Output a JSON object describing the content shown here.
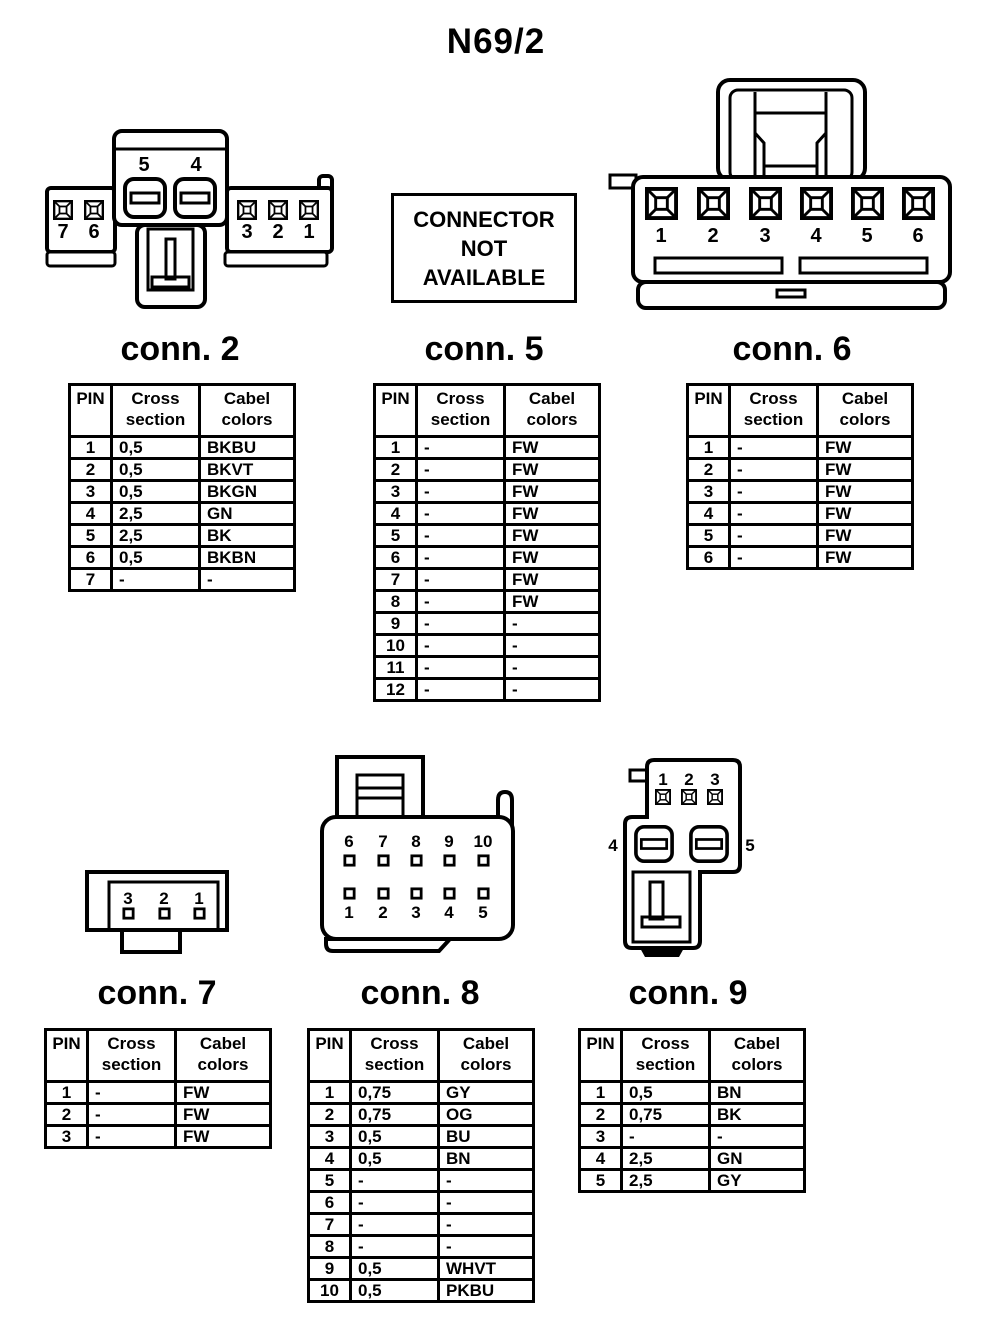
{
  "title": "N69/2",
  "not_available": {
    "line1": "CONNECTOR",
    "line2": "NOT",
    "line3": "AVAILABLE"
  },
  "table_header": {
    "pin": "PIN",
    "cross1": "Cross",
    "cross2": "section",
    "colors1": "Cabel",
    "colors2": "colors"
  },
  "connectors": {
    "conn2": {
      "label": "conn. 2",
      "drawing_pins": {
        "slot5": "5",
        "slot4": "4",
        "p7": "7",
        "p6": "6",
        "p3": "3",
        "p2": "2",
        "p1": "1"
      },
      "rows": [
        [
          "1",
          "0,5",
          "BKBU"
        ],
        [
          "2",
          "0,5",
          "BKVT"
        ],
        [
          "3",
          "0,5",
          "BKGN"
        ],
        [
          "4",
          "2,5",
          "GN"
        ],
        [
          "5",
          "2,5",
          "BK"
        ],
        [
          "6",
          "0,5",
          "BKBN"
        ],
        [
          "7",
          "-",
          "-"
        ]
      ]
    },
    "conn5": {
      "label": "conn. 5",
      "rows": [
        [
          "1",
          "-",
          "FW"
        ],
        [
          "2",
          "-",
          "FW"
        ],
        [
          "3",
          "-",
          "FW"
        ],
        [
          "4",
          "-",
          "FW"
        ],
        [
          "5",
          "-",
          "FW"
        ],
        [
          "6",
          "-",
          "FW"
        ],
        [
          "7",
          "-",
          "FW"
        ],
        [
          "8",
          "-",
          "FW"
        ],
        [
          "9",
          "-",
          "-"
        ],
        [
          "10",
          "-",
          "-"
        ],
        [
          "11",
          "-",
          "-"
        ],
        [
          "12",
          "-",
          "-"
        ]
      ]
    },
    "conn6": {
      "label": "conn. 6",
      "drawing_pins": {
        "p1": "1",
        "p2": "2",
        "p3": "3",
        "p4": "4",
        "p5": "5",
        "p6": "6"
      },
      "rows": [
        [
          "1",
          "-",
          "FW"
        ],
        [
          "2",
          "-",
          "FW"
        ],
        [
          "3",
          "-",
          "FW"
        ],
        [
          "4",
          "-",
          "FW"
        ],
        [
          "5",
          "-",
          "FW"
        ],
        [
          "6",
          "-",
          "FW"
        ]
      ]
    },
    "conn7": {
      "label": "conn. 7",
      "drawing_pins": {
        "p3": "3",
        "p2": "2",
        "p1": "1"
      },
      "rows": [
        [
          "1",
          "-",
          "FW"
        ],
        [
          "2",
          "-",
          "FW"
        ],
        [
          "3",
          "-",
          "FW"
        ]
      ]
    },
    "conn8": {
      "label": "conn. 8",
      "drawing_pins": {
        "p6": "6",
        "p7": "7",
        "p8": "8",
        "p9": "9",
        "p10": "10",
        "p1": "1",
        "p2": "2",
        "p3": "3",
        "p4": "4",
        "p5": "5"
      },
      "rows": [
        [
          "1",
          "0,75",
          "GY"
        ],
        [
          "2",
          "0,75",
          "OG"
        ],
        [
          "3",
          "0,5",
          "BU"
        ],
        [
          "4",
          "0,5",
          "BN"
        ],
        [
          "5",
          "-",
          "-"
        ],
        [
          "6",
          "-",
          "-"
        ],
        [
          "7",
          "-",
          "-"
        ],
        [
          "8",
          "-",
          "-"
        ],
        [
          "9",
          "0,5",
          "WHVT"
        ],
        [
          "10",
          "0,5",
          "PKBU"
        ]
      ]
    },
    "conn9": {
      "label": "conn. 9",
      "drawing_pins": {
        "p1": "1",
        "p2": "2",
        "p3": "3",
        "p4": "4",
        "p5": "5"
      },
      "rows": [
        [
          "1",
          "0,5",
          "BN"
        ],
        [
          "2",
          "0,75",
          "BK"
        ],
        [
          "3",
          "-",
          "-"
        ],
        [
          "4",
          "2,5",
          "GN"
        ],
        [
          "5",
          "2,5",
          "GY"
        ]
      ]
    }
  }
}
